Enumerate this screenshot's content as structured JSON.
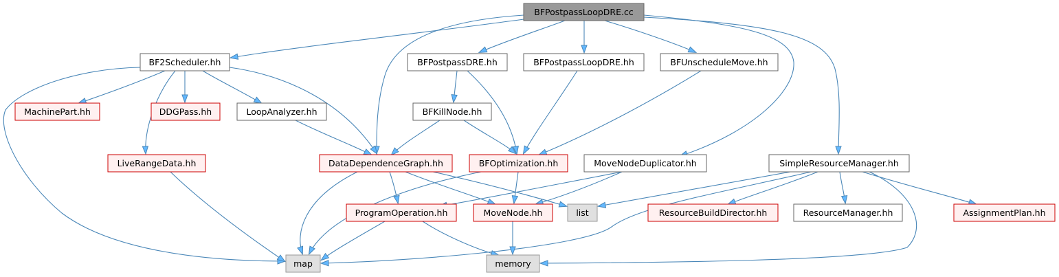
{
  "diagram": {
    "nodes": [
      {
        "id": "root",
        "label": "BFPostpassLoopDRE.cc",
        "style": "root"
      },
      {
        "id": "bf2s",
        "label": "BF2Scheduler.hh",
        "style": "normal"
      },
      {
        "id": "bfpdre",
        "label": "BFPostpassDRE.hh",
        "style": "normal"
      },
      {
        "id": "bfploopdre",
        "label": "BFPostpassLoopDRE.hh",
        "style": "normal"
      },
      {
        "id": "bfunsched",
        "label": "BFUnscheduleMove.hh",
        "style": "normal"
      },
      {
        "id": "machinepart",
        "label": "MachinePart.hh",
        "style": "red"
      },
      {
        "id": "ddgpass",
        "label": "DDGPass.hh",
        "style": "red"
      },
      {
        "id": "loopanalyzer",
        "label": "LoopAnalyzer.hh",
        "style": "normal"
      },
      {
        "id": "bfkillnode",
        "label": "BFKillNode.hh",
        "style": "normal"
      },
      {
        "id": "liverange",
        "label": "LiveRangeData.hh",
        "style": "red"
      },
      {
        "id": "ddg",
        "label": "DataDependenceGraph.hh",
        "style": "red"
      },
      {
        "id": "bfopt",
        "label": "BFOptimization.hh",
        "style": "red"
      },
      {
        "id": "mnd",
        "label": "MoveNodeDuplicator.hh",
        "style": "normal"
      },
      {
        "id": "srm",
        "label": "SimpleResourceManager.hh",
        "style": "normal"
      },
      {
        "id": "progop",
        "label": "ProgramOperation.hh",
        "style": "red"
      },
      {
        "id": "movenode",
        "label": "MoveNode.hh",
        "style": "red"
      },
      {
        "id": "list",
        "label": "list",
        "style": "gray"
      },
      {
        "id": "rbd",
        "label": "ResourceBuildDirector.hh",
        "style": "red"
      },
      {
        "id": "rm",
        "label": "ResourceManager.hh",
        "style": "normal"
      },
      {
        "id": "ap",
        "label": "AssignmentPlan.hh",
        "style": "red"
      },
      {
        "id": "map",
        "label": "map",
        "style": "gray"
      },
      {
        "id": "memory",
        "label": "memory",
        "style": "gray"
      }
    ],
    "edges": [
      [
        "root",
        "bf2s"
      ],
      [
        "root",
        "bfpdre"
      ],
      [
        "root",
        "bfploopdre"
      ],
      [
        "root",
        "bfunsched"
      ],
      [
        "root",
        "ddg"
      ],
      [
        "root",
        "mnd"
      ],
      [
        "root",
        "srm"
      ],
      [
        "bf2s",
        "machinepart"
      ],
      [
        "bf2s",
        "ddgpass"
      ],
      [
        "bf2s",
        "loopanalyzer"
      ],
      [
        "bf2s",
        "liverange"
      ],
      [
        "bf2s",
        "ddg"
      ],
      [
        "bf2s",
        "map"
      ],
      [
        "bfpdre",
        "bfkillnode"
      ],
      [
        "bfpdre",
        "bfopt"
      ],
      [
        "bfploopdre",
        "bfopt"
      ],
      [
        "bfunsched",
        "bfopt"
      ],
      [
        "loopanalyzer",
        "ddg"
      ],
      [
        "bfkillnode",
        "ddg"
      ],
      [
        "bfkillnode",
        "bfopt"
      ],
      [
        "liverange",
        "map"
      ],
      [
        "ddg",
        "progop"
      ],
      [
        "ddg",
        "movenode"
      ],
      [
        "ddg",
        "list"
      ],
      [
        "ddg",
        "map"
      ],
      [
        "bfopt",
        "movenode"
      ],
      [
        "bfopt",
        "map"
      ],
      [
        "mnd",
        "progop"
      ],
      [
        "mnd",
        "movenode"
      ],
      [
        "srm",
        "rbd"
      ],
      [
        "srm",
        "rm"
      ],
      [
        "srm",
        "ap"
      ],
      [
        "srm",
        "list"
      ],
      [
        "srm",
        "map"
      ],
      [
        "srm",
        "memory"
      ],
      [
        "progop",
        "map"
      ],
      [
        "progop",
        "memory"
      ],
      [
        "movenode",
        "memory"
      ]
    ],
    "colors": {
      "edge": "#4a87b8",
      "arrowhead": "#63b8ff",
      "root_fill": "#999999",
      "root_border": "#666666",
      "normal_fill": "#ffffff",
      "normal_border": "#666666",
      "red_fill": "#fff0f0",
      "red_border": "#cc0000",
      "gray_fill": "#e0e0e0",
      "gray_border": "#999999"
    }
  }
}
